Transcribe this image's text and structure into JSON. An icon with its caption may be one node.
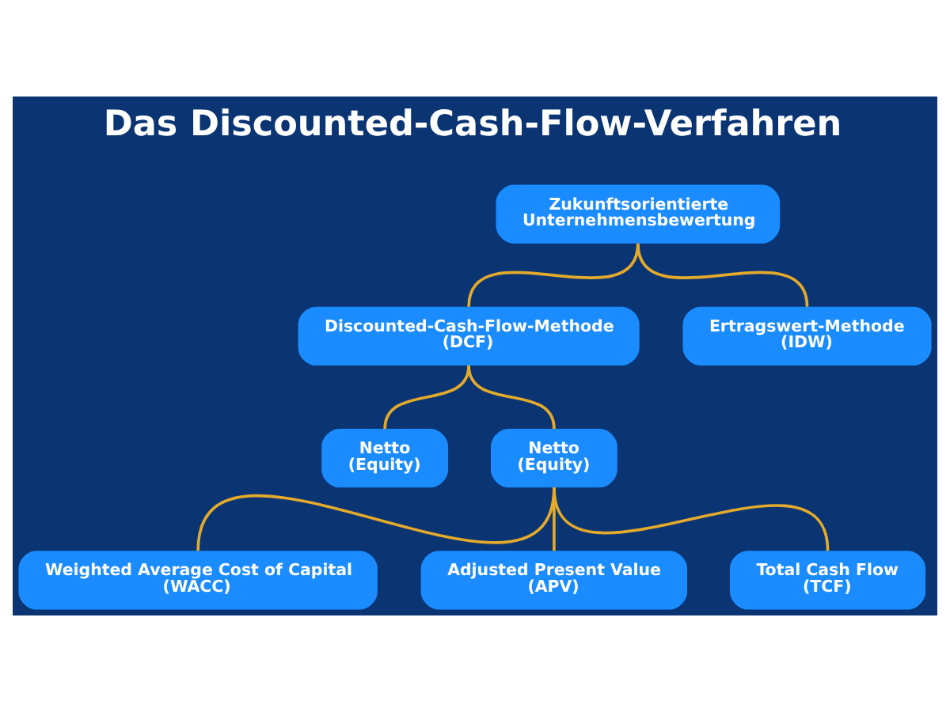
{
  "diagram": {
    "title": "Das Discounted-Cash-Flow-Verfahren",
    "nodes": [
      {
        "text": [
          "Zukunftsorientierte Unternehmensbewertung"
        ]
      },
      {
        "text": [
          "Discounted-Cash-Flow-Methode (DCF)"
        ]
      },
      {
        "text": [
          "Ertragswert-Methode (IDW)"
        ]
      },
      {
        "text": [
          "Netto (Equity)"
        ]
      },
      {
        "text": [
          "Netto (Equity)"
        ]
      },
      {
        "text": [
          "Weighted Average Cost of Capital (WACC)"
        ]
      },
      {
        "text": [
          "Adjusted Present Value (APV)"
        ]
      },
      {
        "text": [
          "Total Cash Flow (TCF)"
        ]
      }
    ],
    "edges": [
      {
        "from": 0,
        "to": 1,
        "arrow": "none"
      },
      {
        "from": 0,
        "to": 2,
        "arrow": "none"
      },
      {
        "from": 1,
        "to": 3,
        "arrow": "none"
      },
      {
        "from": 1,
        "to": 4,
        "arrow": "none"
      },
      {
        "from": 4,
        "to": 5,
        "arrow": "none"
      },
      {
        "from": 4,
        "to": 6,
        "arrow": "none"
      },
      {
        "from": 4,
        "to": 7,
        "arrow": "none"
      }
    ]
  }
}
